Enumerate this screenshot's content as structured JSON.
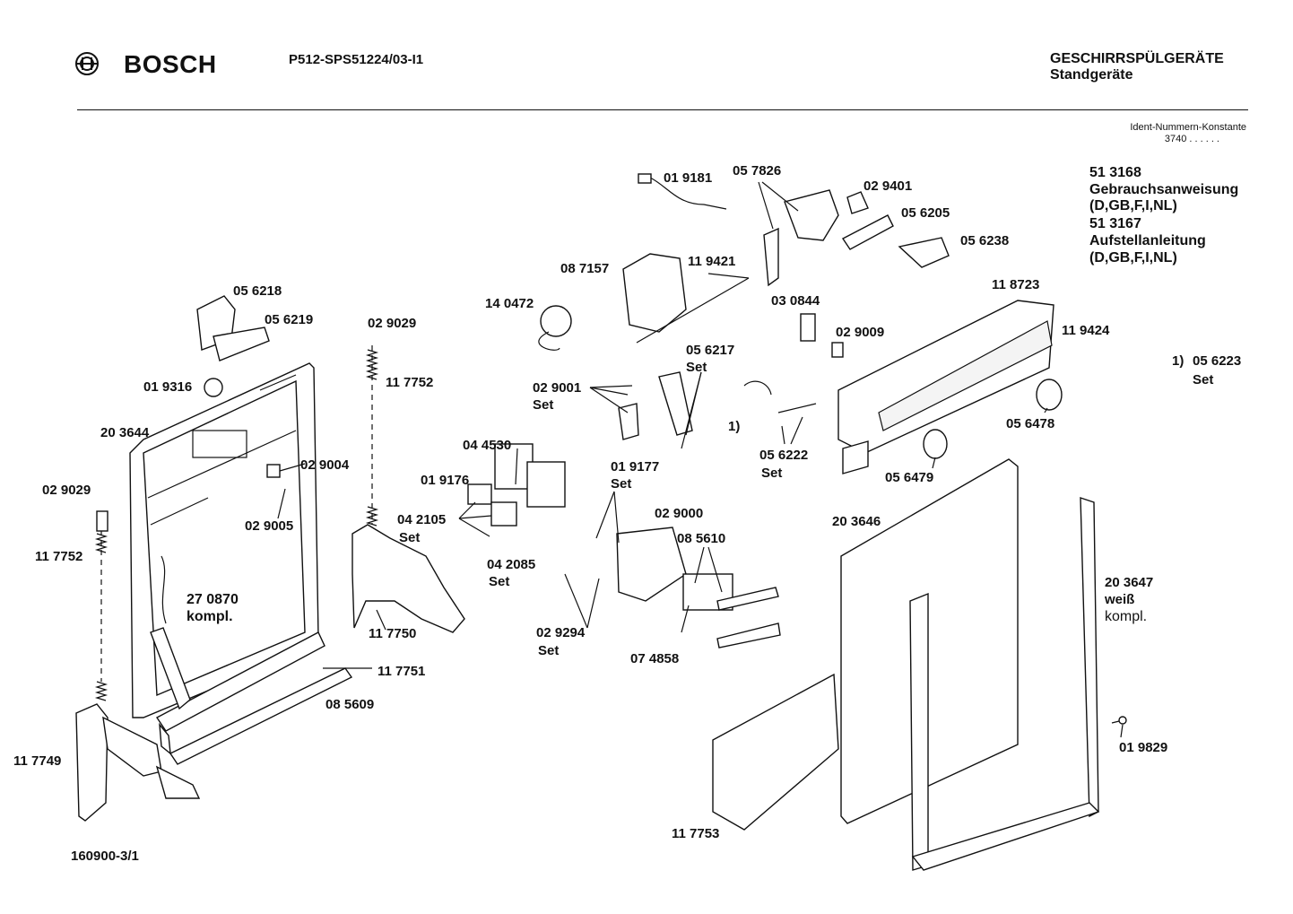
{
  "header": {
    "brand": "BOSCH",
    "model": "P512-SPS51224/03-I1",
    "category_line1": "GESCHIRRSPÜLGERÄTE",
    "category_line2": "Standgeräte",
    "ident_line1": "Ident-Nummern-Konstante",
    "ident_line2": "3740  . .   . . . ."
  },
  "documents": {
    "manual_number": "51 3168",
    "manual_title": "Gebrauchsanweisung",
    "manual_langs": "(D,GB,F,I,NL)",
    "install_number": "51 3167",
    "install_title": "Aufstellanleitung",
    "install_langs": "(D,GB,F,I,NL)"
  },
  "footnote": {
    "marker": "1)",
    "part": "05 6223",
    "set": "Set"
  },
  "footer": {
    "drawing_number": "160900-3/1"
  },
  "parts": {
    "p019181": "01 9181",
    "p057826": "05 7826",
    "p029401": "02 9401",
    "p056205": "05 6205",
    "p056238": "05 6238",
    "p087157": "08 7157",
    "p119421": "11 9421",
    "p140472": "14 0472",
    "p030844": "03 0844",
    "p029009a": "02 9009",
    "p118723": "11 8723",
    "p119424": "11 9424",
    "p056218": "05 6218",
    "p056219": "05 6219",
    "p029029a": "02 9029",
    "p117752a": "11 7752",
    "p019316": "01 9316",
    "p029001": "02 9001",
    "p029001set": "Set",
    "p056217": "05 6217",
    "p056217set": "Set",
    "p056478": "05 6478",
    "p203644": "20 3644",
    "p029004": "02 9004",
    "p044530": "04 4530",
    "p019176": "01 9176",
    "p019177": "01 9177",
    "p019177set": "Set",
    "p056222": "05 6222",
    "p056222set": "Set",
    "p056222mark": "1)",
    "p056479": "05 6479",
    "p029029b": "02 9029",
    "p029005": "02 9005",
    "p042105": "04 2105",
    "p042105set": "Set",
    "p029000": "02 9000",
    "p203646": "20 3646",
    "p117752b": "11 7752",
    "p085610": "08 5610",
    "p042085": "04 2085",
    "p042085set": "Set",
    "p203647": "20 3647",
    "p203647a": "weiß",
    "p203647b": "kompl.",
    "p270870": "27 0870",
    "p270870b": "kompl.",
    "p117750": "11 7750",
    "p029294": "02 9294",
    "p029294set": "Set",
    "p074858": "07 4858",
    "p117751": "11 7751",
    "p085609": "08 5609",
    "p019829": "01 9829",
    "p117749": "11 7749",
    "p117753": "11 7753"
  }
}
